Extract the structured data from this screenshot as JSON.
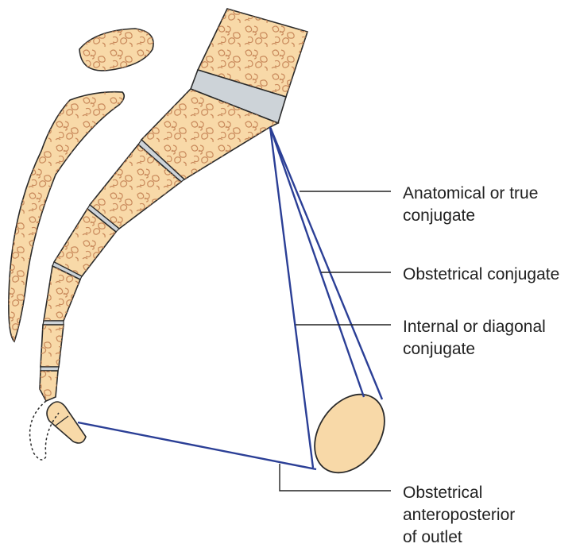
{
  "colors": {
    "bone": "#f8d9a8",
    "bone_outline": "#2a2a2a",
    "trabecula": "#c98a5c",
    "disc": "#cdd3d8",
    "measure_line": "#2b3f96",
    "leader_line": "#222222"
  },
  "labels": {
    "anatomical_true": {
      "line1": "Anatomical or true",
      "line2": "conjugate"
    },
    "obstetrical": {
      "line1": "Obstetrical conjugate"
    },
    "diagonal": {
      "line1": "Internal or diagonal",
      "line2": "conjugate"
    },
    "outlet": {
      "line1": "Obstetrical",
      "line2": "anteroposterior",
      "line3": "of outlet"
    }
  }
}
